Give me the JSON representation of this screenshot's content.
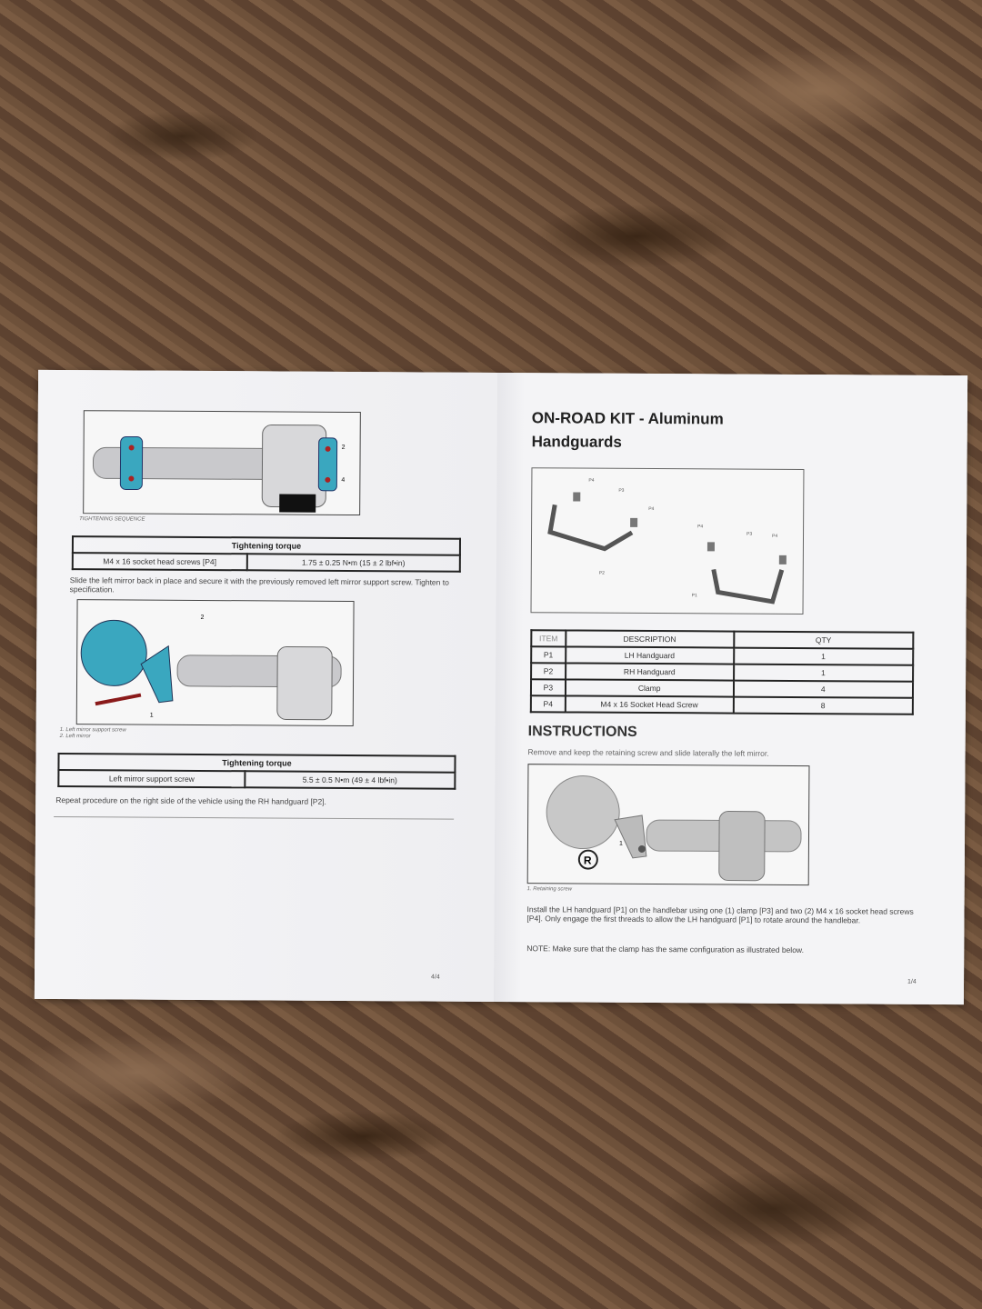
{
  "left_page": {
    "fig1_caption": "TIGHTENING SEQUENCE",
    "fig1_callouts": [
      "2",
      "4"
    ],
    "torque_table_1": {
      "header": "Tightening torque",
      "item": "M4 x 16 socket head screws [P4]",
      "value": "1.75 ± 0.25 N•m (15 ± 2 lbf•in)"
    },
    "para_1": "Slide the left mirror back in place and secure it with the previously removed left mirror support screw. Tighten to specification.",
    "fig2_callouts": [
      "1",
      "2"
    ],
    "fig2_captions": [
      "1. Left mirror support screw",
      "2. Left mirror"
    ],
    "torque_table_2": {
      "header": "Tightening torque",
      "item": "Left mirror support screw",
      "value": "5.5 ± 0.5 N•m (49 ± 4 lbf•in)"
    },
    "para_2": "Repeat procedure on the right side of the vehicle using the RH handguard [P2].",
    "page_number": "4/4"
  },
  "right_page": {
    "title_line1": "ON-ROAD KIT - Aluminum",
    "title_line2": "Handguards",
    "parts_labels": [
      "P4",
      "P3",
      "P4",
      "P2",
      "P4",
      "P3",
      "P4",
      "P1"
    ],
    "parts_table": {
      "headers": [
        "ITEM",
        "DESCRIPTION",
        "QTY"
      ],
      "rows": [
        [
          "P1",
          "LH Handguard",
          "1"
        ],
        [
          "P2",
          "RH Handguard",
          "1"
        ],
        [
          "P3",
          "Clamp",
          "4"
        ],
        [
          "P4",
          "M4 x 16 Socket Head Screw",
          "8"
        ]
      ]
    },
    "instructions_heading": "INSTRUCTIONS",
    "para_1": "Remove and keep the retaining screw and slide laterally the left mirror.",
    "fig_callout": "1",
    "fig_badge": "R",
    "fig_caption": "1. Retaining screw",
    "para_2": "Install the LH handguard [P1] on the handlebar using one (1) clamp [P3] and two (2) M4 x 16 socket head screws [P4]. Only engage the first threads to allow the LH handguard [P1] to rotate around the handlebar.",
    "note": "NOTE: Make sure that the clamp has the same configuration as illustrated below.",
    "page_number": "1/4"
  },
  "colors": {
    "accent_teal": "#3aa7bf",
    "carpet": "#654832",
    "paper": "#f3f3f5"
  }
}
